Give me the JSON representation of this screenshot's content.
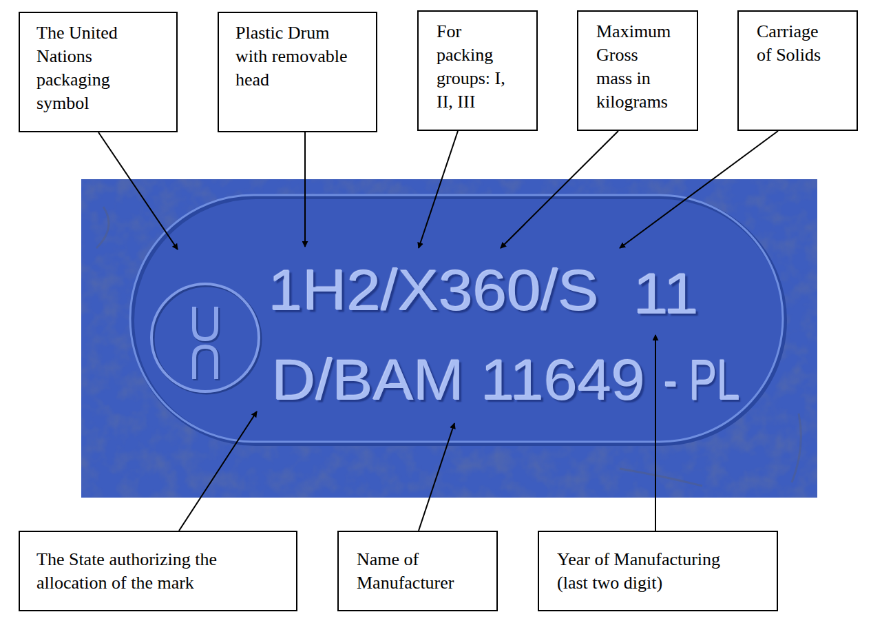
{
  "diagram": {
    "nodes": [
      {
        "text": [
          "The United Nations packaging symbol"
        ]
      },
      {
        "text": [
          "Plastic Drum with removable head"
        ]
      },
      {
        "text": [
          "For packing groups: I, II, III"
        ]
      },
      {
        "text": [
          "Maximum Gross mass in kilograms"
        ]
      },
      {
        "text": [
          "Carriage of Solids"
        ]
      },
      {
        "text": [
          "The State authorizing the allocation of the mark"
        ]
      },
      {
        "text": [
          "Name of Manufacturer"
        ]
      },
      {
        "text": [
          "Year of Manufacturing (last two digit)"
        ]
      }
    ],
    "labels": [
      "1H2/X360/S",
      "11",
      "D/BAM 11649",
      "- PL"
    ]
  }
}
